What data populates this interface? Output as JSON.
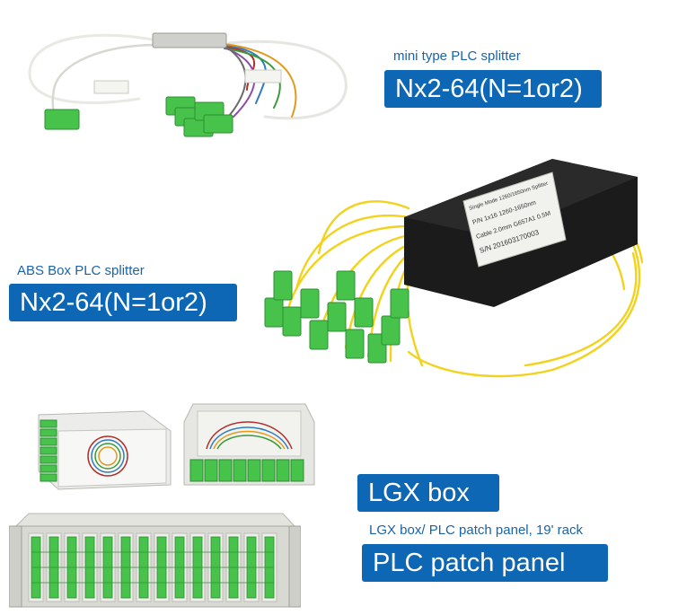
{
  "labels": {
    "mini_caption": "mini type PLC splitter",
    "mini_badge": "Nx2-64(N=1or2)",
    "abs_caption": "ABS Box PLC splitter",
    "abs_badge": "Nx2-64(N=1or2)",
    "lgx_badge": "LGX box",
    "rack_caption": "LGX box/ PLC patch panel, 19' rack",
    "rack_badge": "PLC patch panel"
  },
  "abs_box_label": {
    "line1": "Single Mode 1260/1650nm Splitter",
    "line2": "P/N 1x16 1260-1650nm",
    "line3": "Cable 2.0mm G657A1 0.5M",
    "line4": "S/N 201603170003"
  },
  "colors": {
    "badge": "#0e67b4",
    "caption": "#1a63a8",
    "sc_apc_green": "#47c24a",
    "fiber_yellow": "#f2d21a",
    "box_black": "#1b1b1b",
    "panel_grey": "#d9d9d4"
  }
}
